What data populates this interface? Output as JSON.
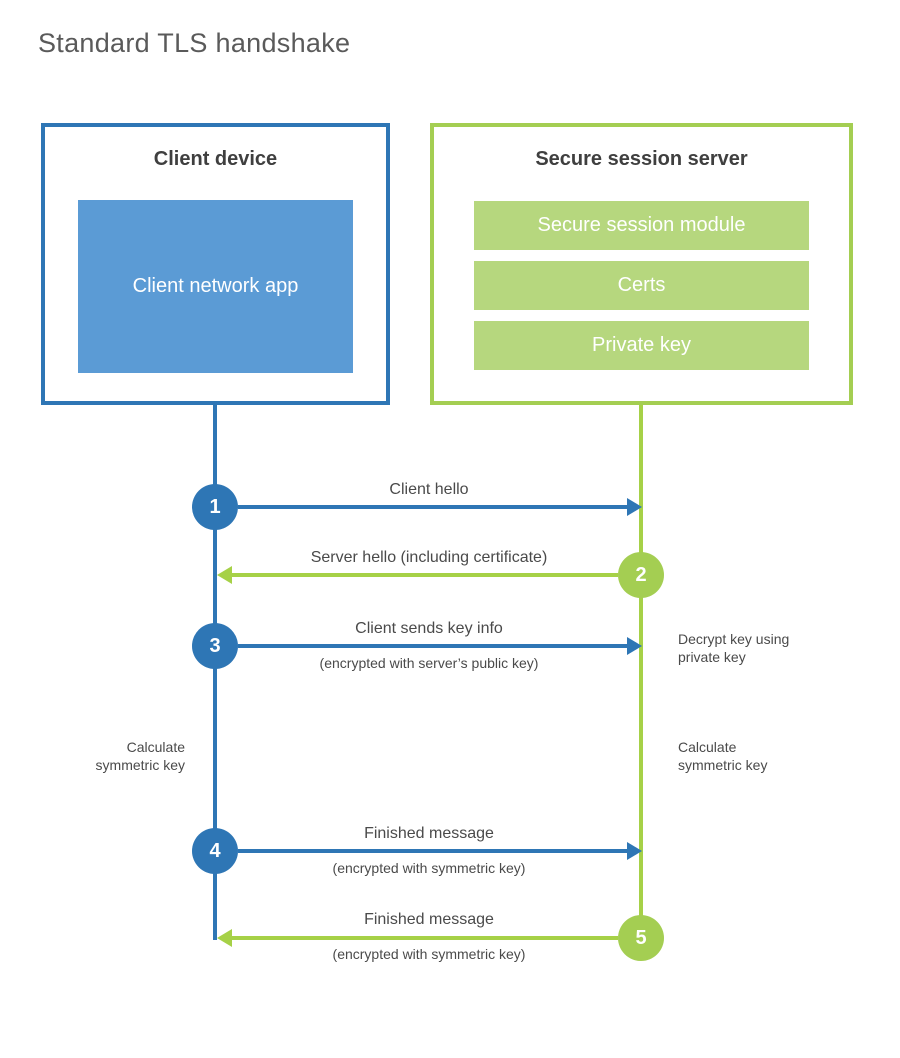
{
  "page": {
    "title": "Standard TLS handshake"
  },
  "colors": {
    "blue": "#2e76b5",
    "blue_fill": "#5b9bd5",
    "green": "#a4ce52",
    "green_line": "#a6d147",
    "green_fill": "#b6d77e",
    "heading_text": "#3f3f3f",
    "label_text": "#4a4a4a",
    "title_text": "#5a5a5a"
  },
  "client": {
    "title": "Client device",
    "module": "Client network app"
  },
  "server": {
    "title": "Secure session server",
    "modules": [
      "Secure session module",
      "Certs",
      "Private key"
    ]
  },
  "steps": [
    {
      "number": "1",
      "actor": "client",
      "direction": "right",
      "label": "Client hello",
      "sublabel": ""
    },
    {
      "number": "2",
      "actor": "server",
      "direction": "left",
      "label": "Server hello (including certificate)",
      "sublabel": ""
    },
    {
      "number": "3",
      "actor": "client",
      "direction": "right",
      "label": "Client sends key info",
      "sublabel": "(encrypted with server’s public key)"
    },
    {
      "number": "4",
      "actor": "client",
      "direction": "right",
      "label": "Finished message",
      "sublabel": "(encrypted with symmetric key)"
    },
    {
      "number": "5",
      "actor": "server",
      "direction": "left",
      "label": "Finished message",
      "sublabel": "(encrypted with symmetric key)"
    }
  ],
  "notes": [
    {
      "side": "right",
      "text": "Decrypt key using\nprivate key"
    },
    {
      "side": "left",
      "text": "Calculate\nsymmetric key"
    },
    {
      "side": "right",
      "text": "Calculate\nsymmetric key"
    }
  ]
}
